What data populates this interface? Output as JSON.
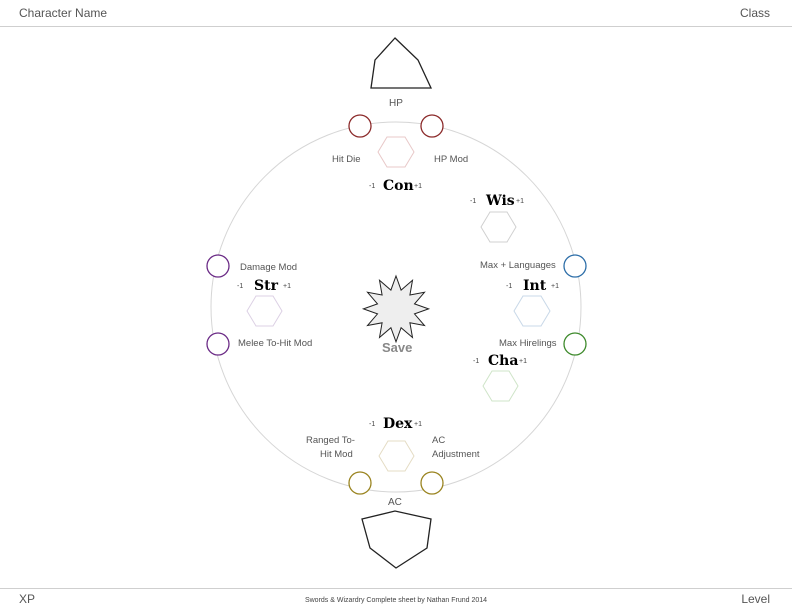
{
  "header": {
    "character_name": "Character Name",
    "class": "Class"
  },
  "footer": {
    "xp": "XP",
    "level": "Level",
    "credit": "Swords & Wizardry Complete sheet by Nathan Frund 2014"
  },
  "shields": {
    "hp": "HP",
    "ac": "AC",
    "save": "Save"
  },
  "stats": {
    "con": {
      "name": "Con",
      "minus": "-1",
      "plus": "+1",
      "left_label": "Hit Die",
      "right_label": "HP Mod",
      "color": "#8b2a2a"
    },
    "wis": {
      "name": "Wis",
      "minus": "-1",
      "plus": "+1"
    },
    "int": {
      "name": "Int",
      "minus": "-1",
      "plus": "+1",
      "label": "Max + Languages",
      "color": "#2d6ea8"
    },
    "cha": {
      "name": "Cha",
      "minus": "-1",
      "plus": "+1",
      "label": "Max Hirelings",
      "color": "#3e8a2c"
    },
    "str": {
      "name": "Str",
      "minus": "-1",
      "plus": "+1",
      "top_label": "Damage Mod",
      "bottom_label": "Melee To-Hit Mod",
      "color": "#6b2b86"
    },
    "dex": {
      "name": "Dex",
      "minus": "-1",
      "plus": "+1",
      "left_label_1": "Ranged To-",
      "left_label_2": "Hit Mod",
      "right_label_1": "AC",
      "right_label_2": "Adjustment",
      "color": "#9a8420"
    }
  },
  "icons": [
    "hp-shield-icon",
    "ac-shield-icon",
    "save-starburst-icon",
    "stat-hexagon-icon"
  ]
}
